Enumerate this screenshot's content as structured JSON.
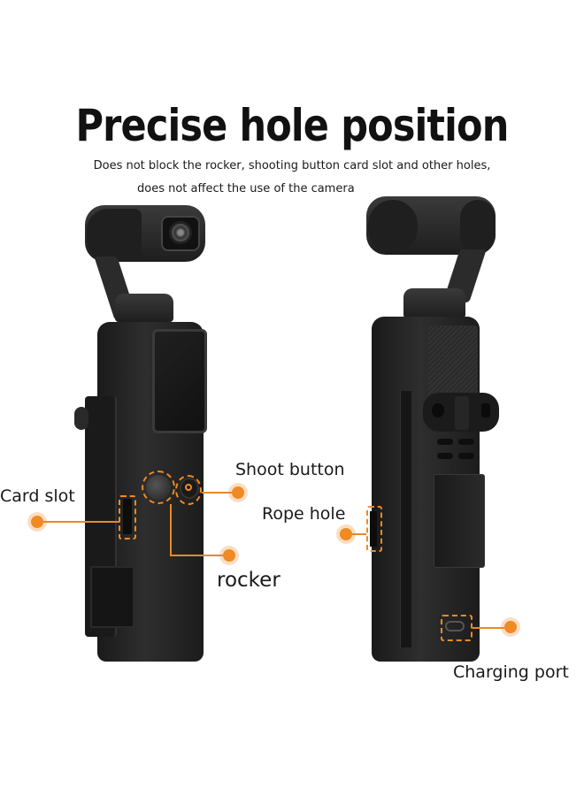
{
  "header": {
    "title": "Precise hole position",
    "subtitle_line1": "Does not block the rocker, shooting button card slot and other holes,",
    "subtitle_line2": "does not affect the use of the camera"
  },
  "callouts": {
    "card_slot": "Card slot",
    "shoot_button": "Shoot button",
    "rocker": "rocker",
    "rope_hole": "Rope hole",
    "charging_port": "Charging port"
  },
  "colors": {
    "accent": "#f08a24",
    "text": "#1a1a1a",
    "device": "#1f1f1f",
    "background": "#ffffff"
  }
}
